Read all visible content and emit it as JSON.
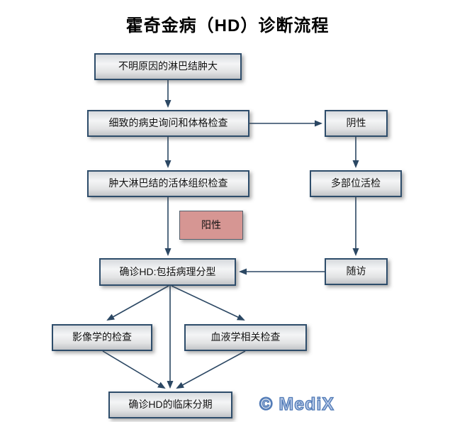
{
  "title": "霍奇金病（HD）诊断流程",
  "watermark": "© MediX",
  "nodes": {
    "unexplained_lymphadenopathy": {
      "label": "不明原因的淋巴结肿大"
    },
    "history_physical_exam": {
      "label": "细致的病史询问和体格检查"
    },
    "negative": {
      "label": "阴性"
    },
    "lymph_node_biopsy": {
      "label": "肿大淋巴结的活体组织检查"
    },
    "multisite_biopsy": {
      "label": "多部位活检"
    },
    "positive": {
      "label": "阳性"
    },
    "confirm_hd_pathology": {
      "label": "确诊HD:包括病理分型"
    },
    "followup": {
      "label": "随访"
    },
    "imaging_exam": {
      "label": "影像学的检查"
    },
    "hematology_exam": {
      "label": "血液学相关检查"
    },
    "clinical_staging": {
      "label": "确诊HD的临床分期"
    }
  },
  "colors": {
    "node_border": "#2e4d6b",
    "node_fill_gradient_top": "#d7dade",
    "node_fill_gradient_bottom": "#c2c4c7",
    "arrow": "#2b4763",
    "positive_fill": "#d69693",
    "watermark_blue": "#4f79b5",
    "title_text": "#000000",
    "background": "#ffffff"
  }
}
